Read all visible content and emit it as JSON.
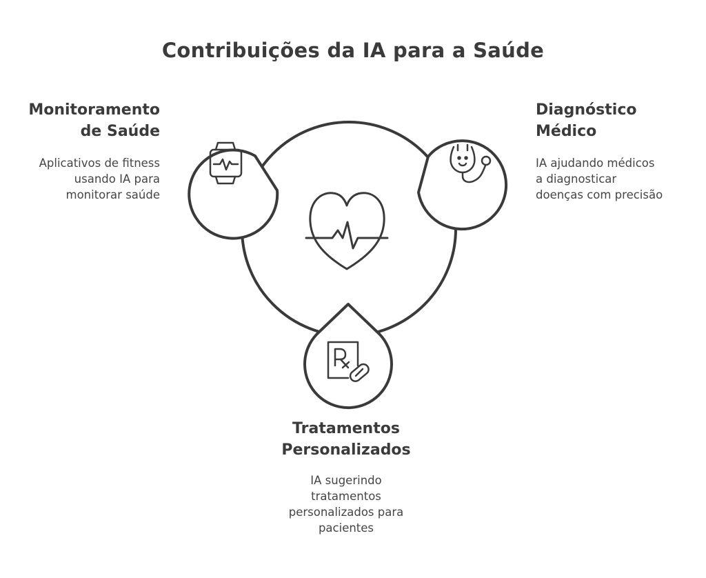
{
  "title": "Contribuições da IA para a Saúde",
  "center": {
    "icon": "heart-pulse-icon"
  },
  "nodes": [
    {
      "id": "monitoring",
      "icon": "smartwatch-icon",
      "heading": [
        "Monitoramento",
        "de Saúde"
      ],
      "description": [
        "Aplicativos de fitness",
        "usando IA para",
        "monitorar saúde"
      ]
    },
    {
      "id": "diagnosis",
      "icon": "stethoscope-icon",
      "heading": [
        "Diagnóstico",
        "Médico"
      ],
      "description": [
        "IA ajudando médicos",
        "a diagnosticar",
        "doenças com precisão"
      ]
    },
    {
      "id": "treatment",
      "icon": "prescription-pill-icon",
      "heading": [
        "Tratamentos",
        "Personalizados"
      ],
      "description": [
        "IA sugerindo",
        "tratamentos",
        "personalizados para",
        "pacientes"
      ]
    }
  ]
}
